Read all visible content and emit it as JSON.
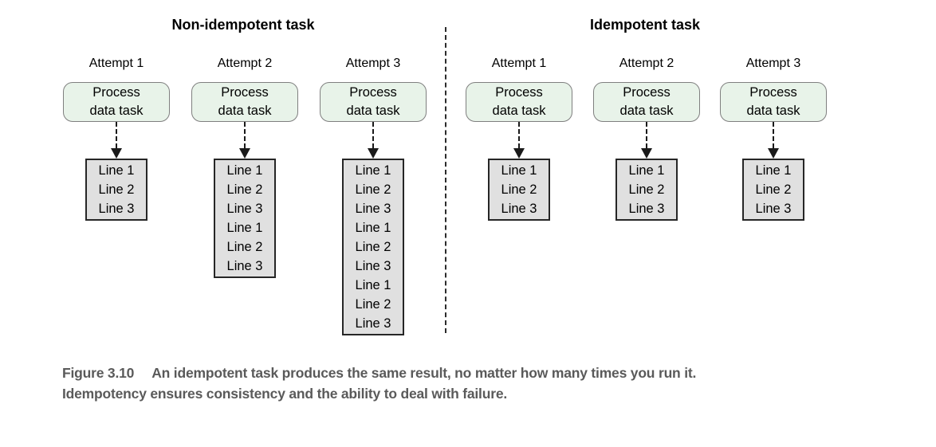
{
  "figure": {
    "groups": [
      {
        "title": "Non-idempotent task",
        "columns": [
          {
            "attempt_label": "Attempt 1",
            "task_label": "Process\ndata task",
            "output_lines": [
              "Line 1",
              "Line 2",
              "Line 3"
            ]
          },
          {
            "attempt_label": "Attempt 2",
            "task_label": "Process\ndata task",
            "output_lines": [
              "Line 1",
              "Line 2",
              "Line 3",
              "Line 1",
              "Line 2",
              "Line 3"
            ]
          },
          {
            "attempt_label": "Attempt 3",
            "task_label": "Process\ndata task",
            "output_lines": [
              "Line 1",
              "Line 2",
              "Line 3",
              "Line 1",
              "Line 2",
              "Line 3",
              "Line 1",
              "Line 2",
              "Line 3"
            ]
          }
        ]
      },
      {
        "title": "Idempotent task",
        "columns": [
          {
            "attempt_label": "Attempt 1",
            "task_label": "Process\ndata task",
            "output_lines": [
              "Line 1",
              "Line 2",
              "Line 3"
            ]
          },
          {
            "attempt_label": "Attempt 2",
            "task_label": "Process\ndata task",
            "output_lines": [
              "Line 1",
              "Line 2",
              "Line 3"
            ]
          },
          {
            "attempt_label": "Attempt 3",
            "task_label": "Process\ndata task",
            "output_lines": [
              "Line 1",
              "Line 2",
              "Line 3"
            ]
          }
        ]
      }
    ],
    "caption": {
      "label": "Figure 3.10",
      "text_line1": "An idempotent task produces the same result, no matter how many times you run it.",
      "text_line2": "Idempotency ensures consistency and the ability to deal with failure."
    },
    "colors": {
      "task_box_fill": "#e8f3e9",
      "task_box_border": "#7f7f7f",
      "output_box_fill": "#e0e0e0",
      "output_box_border": "#262626",
      "arrow_color": "#1a1a1a",
      "divider_color": "#2b2b2b",
      "caption_text": "#5a5a5a"
    }
  }
}
